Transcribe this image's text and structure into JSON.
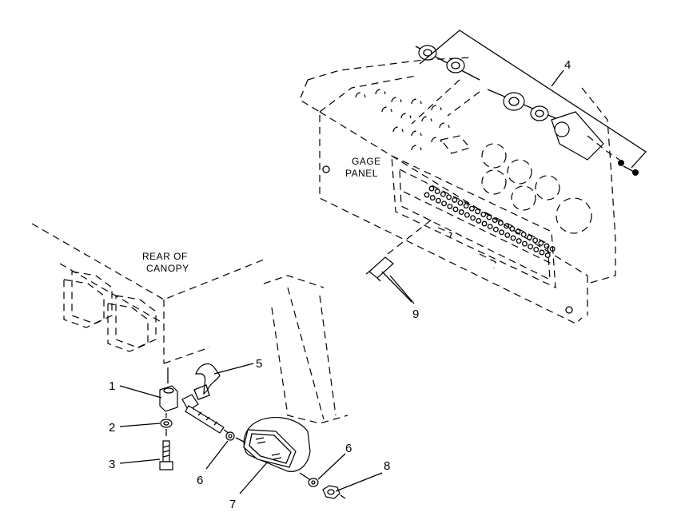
{
  "captions": {
    "gage_panel_line1": "GAGE",
    "gage_panel_line2": "PANEL",
    "rear_canopy_line1": "REAR OF",
    "rear_canopy_line2": "CANOPY"
  },
  "callouts": {
    "c1": "1",
    "c2": "2",
    "c3": "3",
    "c4": "4",
    "c5": "5",
    "c6a": "6",
    "c6b": "6",
    "c7": "7",
    "c8": "8",
    "c9": "9"
  }
}
